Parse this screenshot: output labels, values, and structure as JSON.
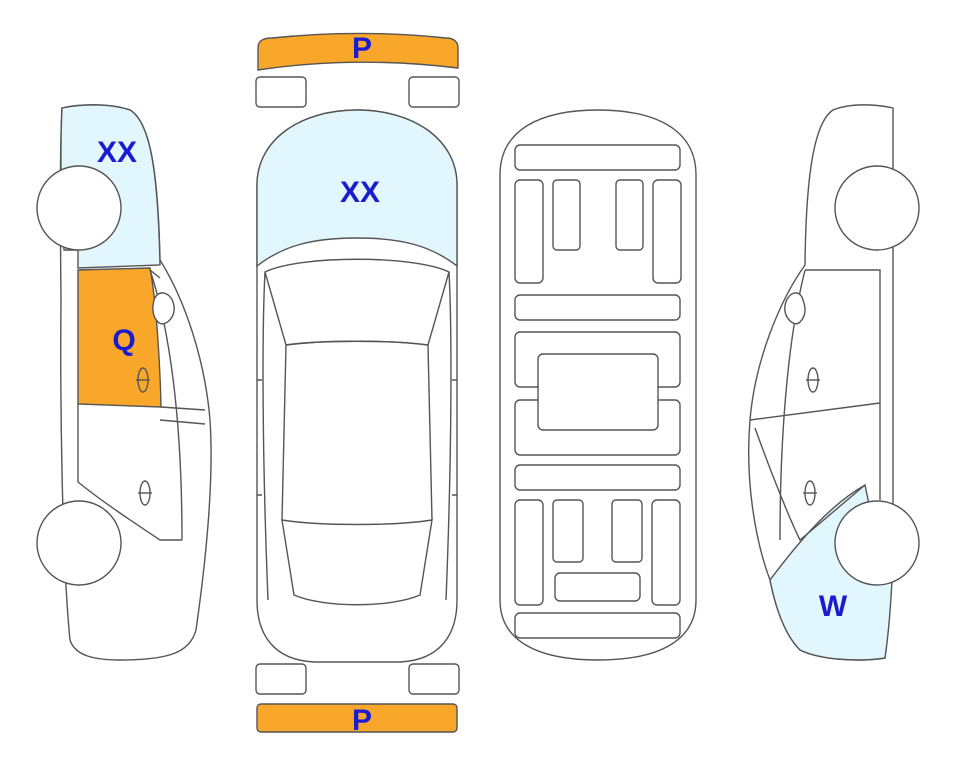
{
  "colors": {
    "damage_orange": "#f9a72b",
    "damage_lightblue": "#e1f6fd",
    "outline": "#555555",
    "label_blue": "#1b1bd0"
  },
  "labels": {
    "front_bumper": "P",
    "rear_bumper": "P",
    "hood": "XX",
    "left_front_fender": "XX",
    "left_front_door": "Q",
    "right_rear_quarter": "W"
  },
  "parts": {
    "front_bumper": "orange",
    "rear_bumper": "orange",
    "hood": "lightblue",
    "left_front_fender": "lightblue",
    "left_front_door": "orange",
    "right_rear_quarter": "lightblue"
  }
}
